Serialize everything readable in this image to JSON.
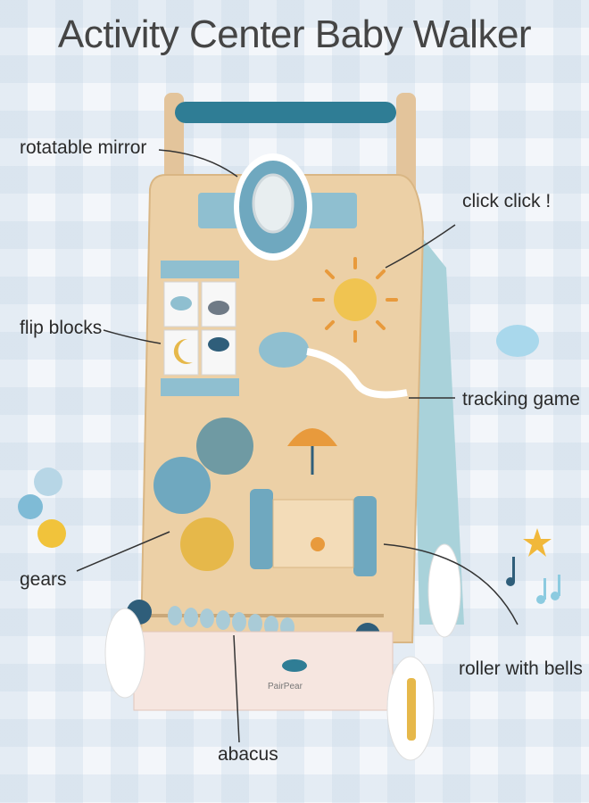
{
  "title": "Activity Center Baby Walker",
  "labels": {
    "rotatable_mirror": "rotatable mirror",
    "click_click": "click click !",
    "flip_blocks": "flip blocks",
    "tracking_game": "tracking game",
    "gears": "gears",
    "roller_with_bells": "roller with bells",
    "abacus": "abacus"
  },
  "brand": "PairPear",
  "colors": {
    "wood": "#e9cba0",
    "teal": "#2f7d95",
    "light_blue": "#8fbfd0",
    "yellow": "#e6b84a",
    "text": "#2a2a2a"
  }
}
